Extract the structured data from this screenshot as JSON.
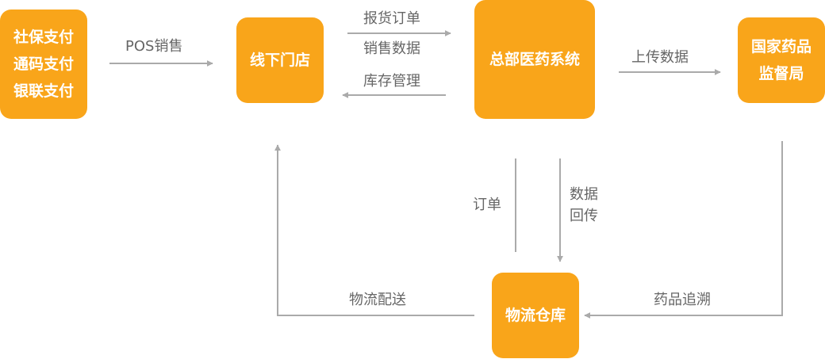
{
  "nodes": {
    "payment": [
      "社保支付",
      "通码支付",
      "银联支付"
    ],
    "store": "线下门店",
    "hq": "总部医药系统",
    "bureau": [
      "国家药品",
      "监督局"
    ],
    "warehouse": "物流仓库"
  },
  "edges": {
    "pos_sales": "POS销售",
    "report_order": "报货订单",
    "sales_data": "销售数据",
    "inventory": "库存管理",
    "upload": "上传数据",
    "order": "订单",
    "data_return": [
      "数据",
      "回传"
    ],
    "logistics": "物流配送",
    "trace": "药品追溯"
  },
  "colors": {
    "node": "#f9a51a",
    "arrow": "#aaaaaa",
    "label": "#666666"
  }
}
